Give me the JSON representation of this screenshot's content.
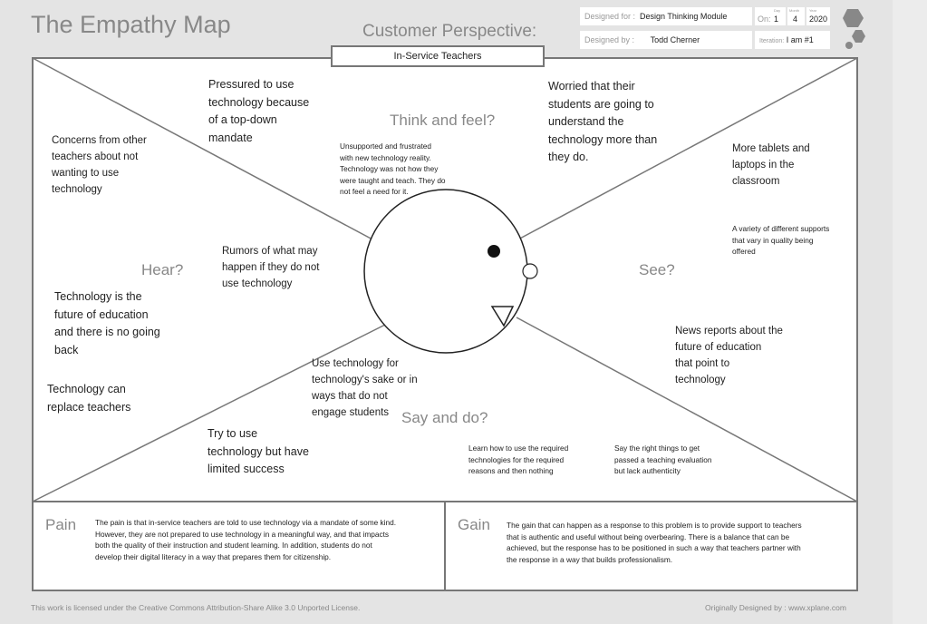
{
  "title": "The Empathy Map",
  "perspective": {
    "label": "Customer Perspective:",
    "value": "In-Service Teachers"
  },
  "header": {
    "designed_for_label": "Designed for :",
    "designed_for": "Design Thinking Module",
    "designed_by_label": "Designed by :",
    "designed_by": "Todd Cherner",
    "on_label": "On:",
    "day_label": "Day",
    "day": "1",
    "month_label": "Month",
    "month": "4",
    "year_label": "Year",
    "year": "2020",
    "iteration_label": "Iteration:",
    "iteration": "I am #1"
  },
  "sections": {
    "think": "Think and feel?",
    "hear": "Hear?",
    "see": "See?",
    "say": "Say and do?",
    "pain": "Pain",
    "gain": "Gain"
  },
  "notes": {
    "think_1": "Pressured to use\ntechnology because\nof a top-down\nmandate",
    "think_2": "Worried that their\nstudents are going to\nunderstand the\ntechnology more than\nthey do.",
    "think_3": "Unsupported and frustrated\nwith new technology reality.\nTechnology was not how they\nwere taught and teach. They do\nnot feel a need for it.",
    "hear_1": "Concerns from other\nteachers about not\nwanting to use\ntechnology",
    "hear_2": "Rumors of what may\nhappen if they do not\nuse technology",
    "hear_3": "Technology is the\nfuture of education\nand there is no going\nback",
    "hear_4": "Technology can\nreplace teachers",
    "see_1": "More tablets and\nlaptops in the\nclassroom",
    "see_2": "A variety of different supports\nthat vary in quality being\noffered",
    "see_3": "News reports about the\nfuture of education\nthat point to\ntechnology",
    "say_1": "Use technology for\ntechnology's sake or in\nways that do not\nengage students",
    "say_2": "Try to use\ntechnology but have\nlimited success",
    "say_3": "Learn how to use the required\ntechnologies for the required\nreasons and then nothing",
    "say_4": "Say the right things to get\npassed a teaching evaluation\nbut lack authenticity"
  },
  "pain_text": "The pain is that in-service teachers are told to use technology via a mandate of some kind.\nHowever, they are not prepared to use technology in a meaningful way, and that impacts\nboth the quality of their instruction and student learning. In addition, students do not\ndevelop their digital literacy in a way that prepares them for citizenship.",
  "gain_text": "The gain that can happen as a response to this problem is to provide support to teachers\nthat is authentic and useful without being overbearing. There is a balance that can be\nachieved, but the response has to be positioned in such a way that teachers partner with\nthe response in a way that builds professionalism.",
  "footer": {
    "license": "This work is licensed under the Creative Commons Attribution-Share Alike 3.0 Unported License.",
    "credit": "Originally Designed by : www.xplane.com"
  }
}
